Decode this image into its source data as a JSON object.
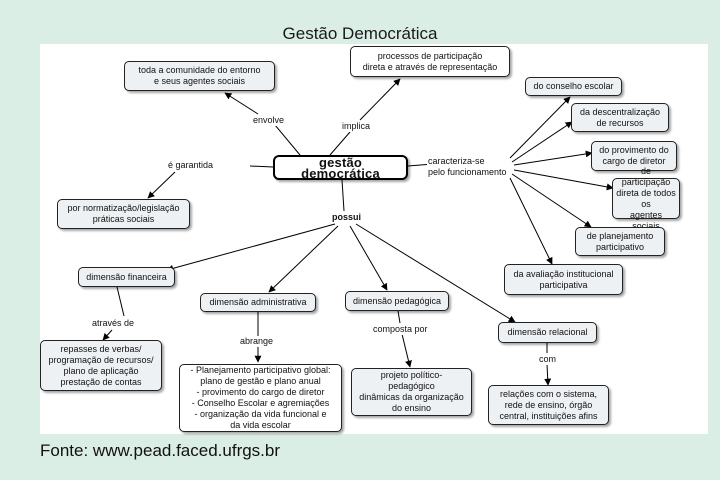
{
  "title": "Gestão Democrática",
  "source": "Fonte: www.pead.faced.ufrgs.br",
  "nodes": {
    "center": "gestão democrática",
    "comunidade": "toda a comunidade do entorno\ne seus agentes sociais",
    "processos": "processos de participação\ndireta e através de representação",
    "normatizacao": "por normatização/legislação\npráticas sociais",
    "conselho": "do conselho escolar",
    "descentralizacao": "da descentralização\nde recursos",
    "provimento": "do provimento do\ncargo de diretor",
    "participacao": "de participação\ndireta de todos os\nagentes sociais",
    "planejamento": "de planejamento\nparticipativo",
    "avaliacao": "da avaliação institucional\nparticipativa",
    "financeira": "dimensão financeira",
    "administrativa": "dimensão administrativa",
    "pedagogica": "dimensão pedagógica",
    "relacional": "dimensão relacional",
    "repasses": "repasses de verbas/\nprogramação de recursos/\nplano de aplicação\nprestação de contas",
    "planejamento_global": "- Planejamento participativo global:\nplano de gestão e plano anual\n- provimento do cargo de diretor\n- Conselho Escolar e agremiações\n- organização da vida funcional e\nda vida escolar",
    "projeto": "projeto político-\npedagógico\ndinâmicas da organização\ndo ensino",
    "relacoes": "relações com o sistema,\nrede de ensino, órgão\ncentral, instituições afins"
  },
  "links": {
    "envolve": "envolve",
    "implica": "implica",
    "garantida": "é garantida",
    "caracteriza": "caracteriza-se\npelo funcionamento",
    "possui": "possui",
    "atraves": "através de",
    "abrange": "abrange",
    "composta": "composta por",
    "com": "com"
  }
}
